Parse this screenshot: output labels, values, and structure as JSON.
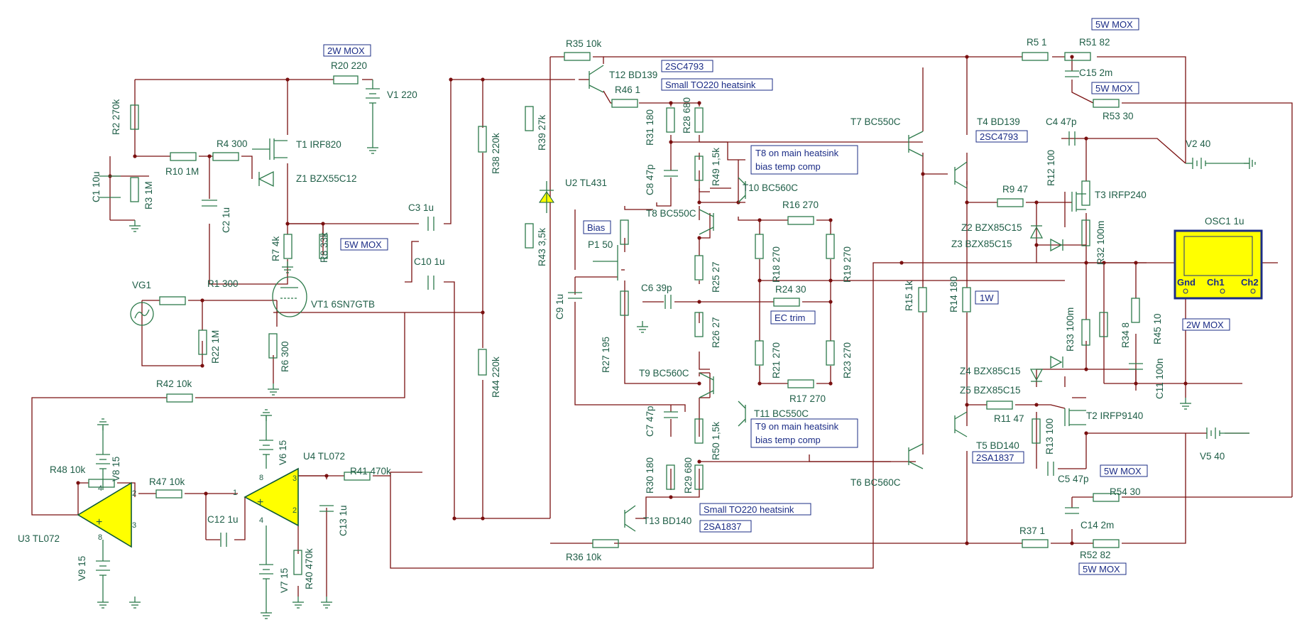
{
  "components": {
    "r35": "R35 10k",
    "t12": "T12 BD139",
    "r46": "R46 1",
    "r31": "R31 180",
    "r28": "R28 680",
    "t7": "T7 BC550C",
    "t4": "T4 BD139",
    "r5": "R5 1",
    "r51": "R51 82",
    "c15": "C15 2m",
    "r53": "R53 30",
    "v2": "V2 40",
    "c4": "C4 47p",
    "r12": "R12 100",
    "r9": "R9 47",
    "t3": "T3 IRFP240",
    "z2": "Z2 BZX85C15",
    "z3": "Z3 BZX85C15",
    "r32": "R32 100m",
    "osc1": "OSC1 1u",
    "gnd": "Gnd",
    "ch1": "Ch1",
    "ch2": "Ch2",
    "r20": "R20 220",
    "v1": "V1 220",
    "r2": "R2 270k",
    "r4": "R4 300",
    "t1": "T1 IRF820",
    "r10": "R10 1M",
    "z1": "Z1 BZX55C12",
    "c1": "C1 10u",
    "r3": "R3 1M",
    "c2": "C2 1u",
    "r7": "R7 4k",
    "r8": "R8 33k",
    "c3": "C3 1u",
    "c10": "C10 1u",
    "r38": "R38 220k",
    "r39": "R39 27k",
    "u2": "U2 TL431",
    "r43": "R43 3,5k",
    "c8": "C8 47p",
    "r49": "R49 1,5k",
    "t10": "T10 BC560C",
    "t8": "T8 BC550C",
    "r16": "R16 270",
    "p1": "P1 50",
    "c9": "C9 1u",
    "c6": "C6 39p",
    "r24": "R24 30",
    "r25": "R25 27",
    "r18": "R18 270",
    "r19": "R19 270",
    "r15": "R15 1k",
    "r14": "R14 180",
    "vg1": "VG1",
    "r1": "R1 300",
    "vt1": "VT1 6SN7GTB",
    "r22": "R22 1M",
    "r6": "R6 300",
    "r27": "R27 195",
    "r26": "R26 27",
    "r21": "R21 270",
    "r23": "R23 270",
    "r33": "R33 100m",
    "r34": "R34 8",
    "r45": "R45 10",
    "c11": "C11 100n",
    "z4": "Z4 BZX85C15",
    "z5": "Z5 BZX85C15",
    "t9": "T9 BC560C",
    "r17": "R17 270",
    "r44": "R44 220k",
    "c7": "C7 47p",
    "t11": "T11 BC550C",
    "r11": "R11 47",
    "t2": "T2 IRFP9140",
    "r13": "R13 100",
    "v5": "V5 40",
    "r42": "R42 10k",
    "r48": "R48 10k",
    "v8": "V8 15",
    "v6": "V6 15",
    "u4": "U4 TL072",
    "r41": "R41 470k",
    "r47": "R47 10k",
    "u3": "U3 TL072",
    "c12": "C12 1u",
    "c13": "C13 1u",
    "v9": "V9 15",
    "v7": "V7 15",
    "r40": "R40 470k",
    "r50": "R50 1,5k",
    "r30": "R30 180",
    "r29": "R29 680",
    "t6": "T6 BC560C",
    "t5": "T5 BD140",
    "c5": "C5 47p",
    "t13": "T13 BD140",
    "r37": "R37 1",
    "c14": "C14 2m",
    "r54": "R54 30",
    "r52": "R52 82",
    "r36": "R36 10k",
    "pin1": "1",
    "pin2": "2",
    "pin3": "3",
    "pin4": "4",
    "pin8": "8"
  },
  "notes": {
    "mox_5w_a": "5W MOX",
    "mox_5w_b": "5W MOX",
    "mox_2w_a": "2W MOX",
    "mox_5w_c": "5W MOX",
    "sc4793_a": "2SC4793",
    "heatsink_a": "Small TO220 heatsink",
    "sc4793_b": "2SC4793",
    "t8_note_1": "T8 on main heatsink",
    "t8_note_2": "bias temp comp",
    "bias": "Bias",
    "ec_trim": "EC trim",
    "w1": "1W",
    "mox_2w_b": "2W MOX",
    "t9_note_1": "T9 on main heatsink",
    "t9_note_2": "bias temp comp",
    "sa1837_a": "2SA1837",
    "mox_5w_d": "5W MOX",
    "heatsink_b": "Small TO220 heatsink",
    "sa1837_b": "2SA1837",
    "mox_5w_e": "5W MOX"
  }
}
